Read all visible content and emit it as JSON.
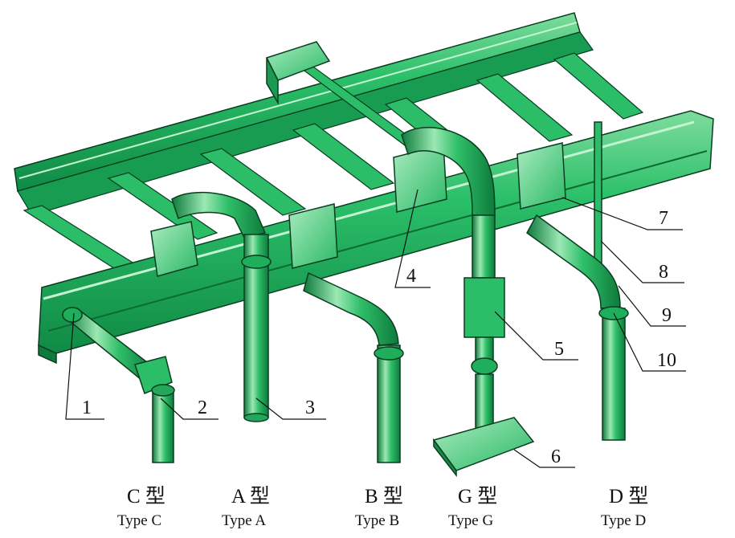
{
  "theme": {
    "green": "#1fb35e",
    "green_dark": "#0f7a3d",
    "green_light": "#8fe0a8",
    "outline": "#0a3d20"
  },
  "callouts": [
    "1",
    "2",
    "3",
    "4",
    "5",
    "6",
    "7",
    "8",
    "9",
    "10"
  ],
  "types": [
    {
      "cn": "C 型",
      "en": "Type C"
    },
    {
      "cn": "A 型",
      "en": "Type A"
    },
    {
      "cn": "B 型",
      "en": "Type B"
    },
    {
      "cn": "G 型",
      "en": "Type G"
    },
    {
      "cn": "D 型",
      "en": "Type D"
    }
  ]
}
